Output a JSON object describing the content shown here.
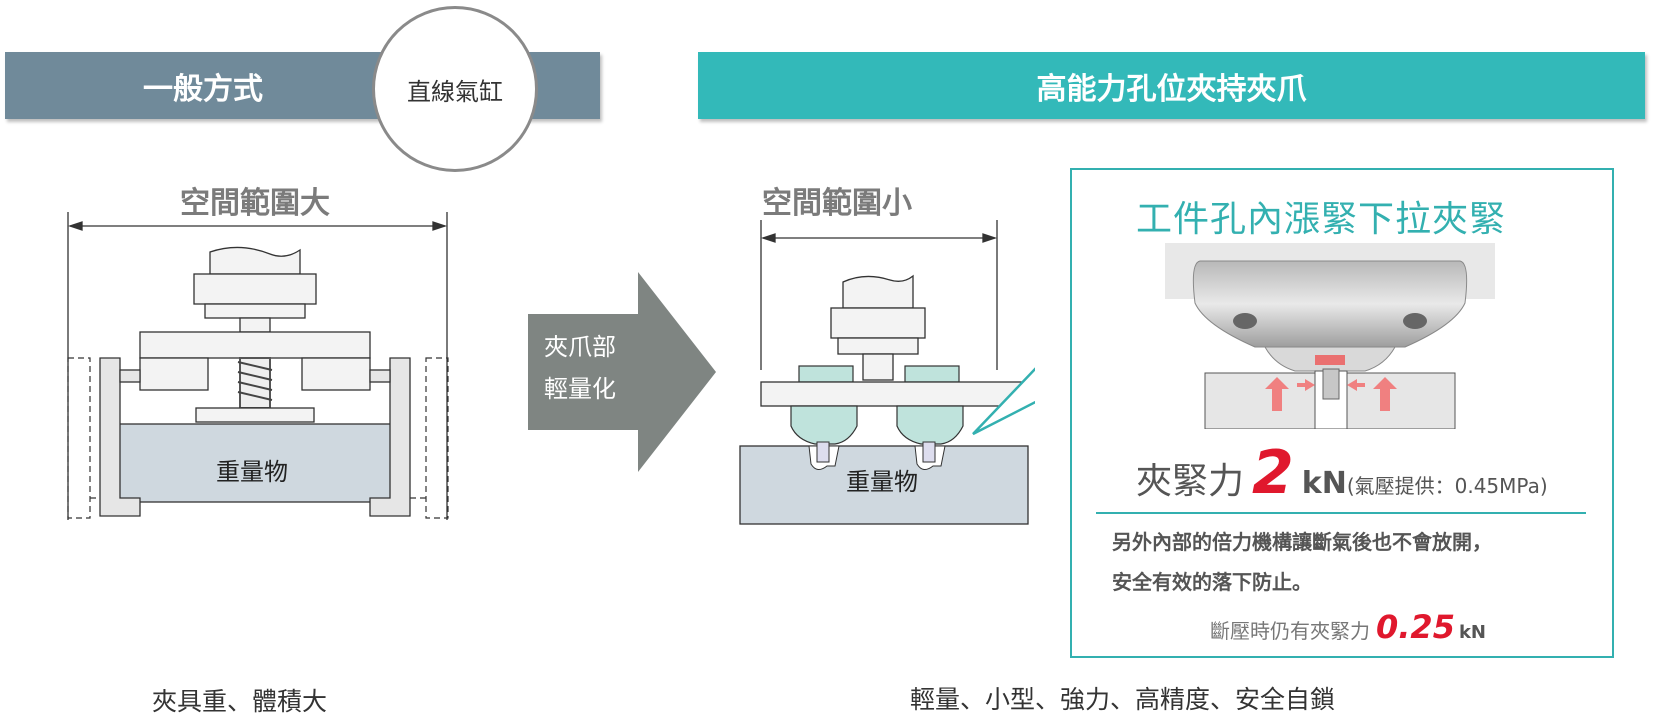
{
  "left": {
    "header": "一般方式",
    "circle_label": "直線氣缸",
    "space_label": "空間範圍大",
    "weight_label": "重量物",
    "note": "夾具重、體積大"
  },
  "arrow": {
    "line1": "夾爪部",
    "line2": "輕量化"
  },
  "right": {
    "header": "高能力孔位夾持夾爪",
    "space_label": "空間範圍小",
    "weight_label": "重量物",
    "note": "輕量、小型、強力、高精度、安全自鎖"
  },
  "callout": {
    "title": "工件孔內漲緊下拉夾緊",
    "force_label": "夾緊力",
    "force_value": "2",
    "force_unit": "kN",
    "pressure_note": "(氣壓提供：0.45MPa)",
    "desc_line1": "另外內部的倍力機構讓斷氣後也不會放開，",
    "desc_line2": "安全有效的落下防止。",
    "loss_label": "斷壓時仍有夾緊力",
    "loss_value": "0.25",
    "loss_unit": "kN"
  },
  "colors": {
    "left_header": "#708a9a",
    "right_header": "#33b9b9",
    "accent_red": "#e0182d",
    "arrow": "#7f8582",
    "workpiece": "#cfd8df",
    "jaw_teal": "#bfe3dc"
  }
}
